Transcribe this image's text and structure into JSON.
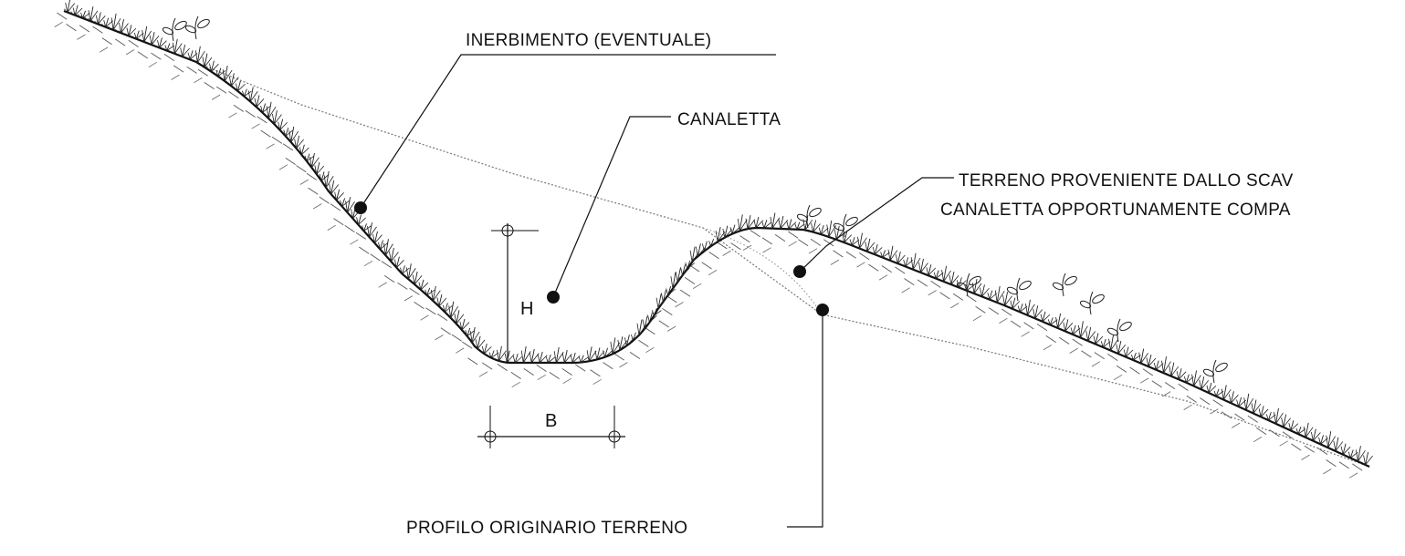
{
  "diagram": {
    "labels": {
      "inerbimento": "INERBIMENTO   (EVENTUALE)",
      "canaletta": "CANALETTA",
      "terreno_line1": "TERRENO   PROVENIENTE   DALLO   SCAV",
      "terreno_line2": "CANALETTA   OPPORTUNAMENTE   COMPA",
      "profilo": "PROFILO   ORIGINARIO   TERRENO"
    },
    "dimensions": {
      "height_label": "H",
      "base_label": "B"
    },
    "colors": {
      "line": "#111111",
      "hatch": "#444444",
      "grass": "#222222",
      "original_profile": "#777777",
      "background": "#ffffff"
    }
  }
}
